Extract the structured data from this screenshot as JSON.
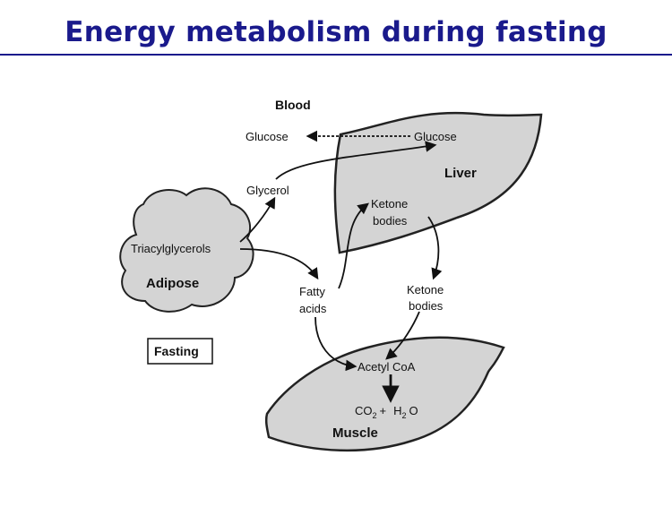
{
  "title": "Energy metabolism during fasting",
  "diagram": {
    "blood_label": "Blood",
    "liver_label": "Liver",
    "adipose_label": "Adipose",
    "muscle_label": "Muscle",
    "fasting_box": "Fasting",
    "glucose_blood": "Glucose",
    "glucose_liver": "Glucose",
    "glycerol": "Glycerol",
    "triacylglycerols": "Triacylglycerols",
    "ketone_liver_line1": "Ketone",
    "ketone_liver_line2": "bodies",
    "ketone_blood_line1": "Ketone",
    "ketone_blood_line2": "bodies",
    "fatty_line1": "Fatty",
    "fatty_line2": "acids",
    "acetyl_coa": "Acetyl CoA",
    "co2": "CO",
    "co2_sub": "2",
    "plus": "+",
    "h2o_h": "H",
    "h2o_sub": "2",
    "h2o_o": "O"
  }
}
